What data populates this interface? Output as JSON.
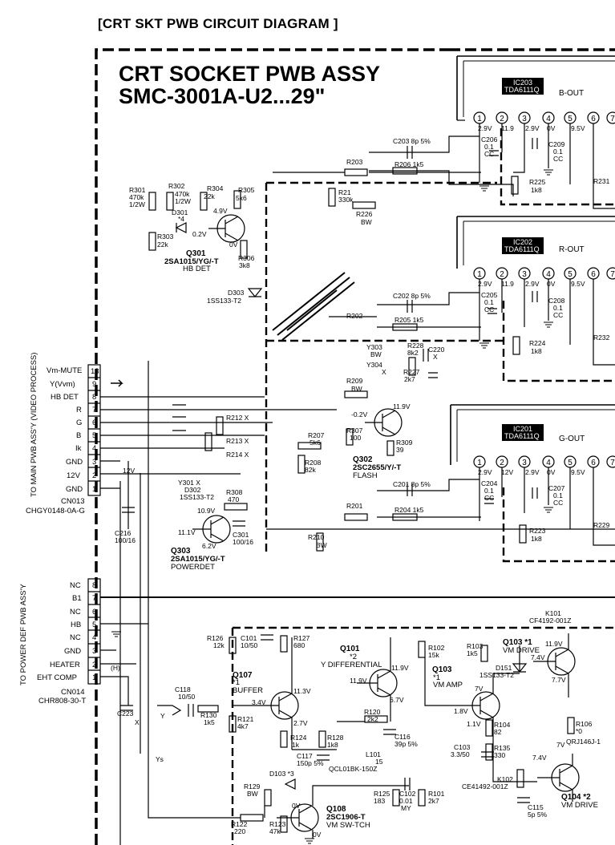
{
  "page_title": "CRT SKT PWB CIRCUIT DIAGRAM",
  "assy_title_line1": "CRT SOCKET PWB ASSY",
  "assy_title_line2": "SMC-3001A-U2...29\"",
  "ic_blocks": [
    {
      "ref": "IC203",
      "part": "TDA6111Q",
      "func": "B-OUT"
    },
    {
      "ref": "IC202",
      "part": "TDA6111Q",
      "func": "R-OUT"
    },
    {
      "ref": "IC201",
      "part": "TDA6111Q",
      "func": "G-OUT"
    }
  ],
  "pin_numbers": [
    "1",
    "2",
    "3",
    "4",
    "5",
    "6",
    "7"
  ],
  "cn013": {
    "ref": "CN013",
    "part": "CHGY0148-0A-G",
    "side_label": "TO MAIN PWB ASS'Y (VIDEO PROCESS)",
    "pins": [
      {
        "num": "13",
        "name": "Vm-MUTE"
      },
      {
        "num": "9",
        "name": "Y(Vvm)"
      },
      {
        "num": "8",
        "name": "HB DET"
      },
      {
        "num": "7",
        "name": "R"
      },
      {
        "num": "6",
        "name": "G"
      },
      {
        "num": "5",
        "name": "B"
      },
      {
        "num": "4",
        "name": "Ik"
      },
      {
        "num": "3",
        "name": "GND"
      },
      {
        "num": "2",
        "name": "12V"
      },
      {
        "num": "1",
        "name": "GND"
      }
    ]
  },
  "cn014": {
    "ref": "CN014",
    "part": "CHR808-30-T",
    "side_label": "TO POWER DEF PWB ASS'Y",
    "pins": [
      {
        "num": "8",
        "name": "NC"
      },
      {
        "num": "7",
        "name": "B1"
      },
      {
        "num": "6",
        "name": "NC"
      },
      {
        "num": "5",
        "name": "HB"
      },
      {
        "num": "4",
        "name": "NC"
      },
      {
        "num": "3",
        "name": "GND"
      },
      {
        "num": "2",
        "name": "HEATER"
      },
      {
        "num": "1",
        "name": "EHT COMP"
      }
    ]
  },
  "transistors": [
    {
      "ref": "Q301",
      "part": "2SA1015/YG/-T",
      "func": "HB DET"
    },
    {
      "ref": "Q302",
      "part": "2SC2655/Y/-T",
      "func": "FLASH"
    },
    {
      "ref": "Q303",
      "part": "2SA1015/YG/-T",
      "func": "POWERDET"
    },
    {
      "ref": "Q101",
      "part": "*2",
      "func": "Y DIFFERENTIAL"
    },
    {
      "ref": "Q103",
      "part": "*1",
      "func": "VM AMP"
    },
    {
      "ref": "Q103 *1",
      "part": "",
      "func": "VM DRIVE"
    },
    {
      "ref": "Q104 *2",
      "part": "",
      "func": "VM DRIVE"
    },
    {
      "ref": "Q107",
      "part": "*1",
      "func": "BUFFER"
    },
    {
      "ref": "Q108",
      "part": "2SC1906-T",
      "func": "VM SW-TCH"
    }
  ],
  "labels": {
    "c203": "C203 8p 5%",
    "r206": "R206 1k5",
    "r203": "R203",
    "c202": "C202 8p 5%",
    "r205": "R205 1k5",
    "r202": "R202",
    "c201": "C201 8p 5%",
    "r204": "R204 1k5",
    "r201": "R201",
    "r225": "R225",
    "r225v": "1k8",
    "r224": "R224",
    "r224v": "1k8",
    "r223": "R223",
    "r223v": "1k8",
    "c206": "C206",
    "c205": "C205",
    "c204": "C204",
    "cval": "0.1",
    "cc": "CC",
    "c209": "C209",
    "c208": "C208",
    "c207": "C207",
    "r231": "R231",
    "r232": "R232",
    "r229": "R229",
    "v29": "2.9V",
    "v119": "11.9",
    "v29b": "2.9V",
    "v0": "0V",
    "v95": "9.5V",
    "v12": "12V",
    "r301": "R301",
    "r301v": "470k",
    "r301w": "1/2W",
    "r302": "R302",
    "r302v": "470k",
    "r302w": "1/2W",
    "r304": "R304",
    "r304v": "22k",
    "r305": "R305",
    "r305v": "5k6",
    "r303": "R303",
    "r303v": "22k",
    "r306": "R306",
    "r306v": "3k8",
    "d301": "D301",
    "d301n": "*4",
    "d303": "D303",
    "d303p": "1SS133-T2",
    "v49": "4.9V",
    "v02": "0.2V",
    "v0b": "0V",
    "r21": "R21",
    "r21v": "330k",
    "r226": "R226",
    "r226v": "BW",
    "y303": "Y303",
    "y304": "Y304",
    "ybw": "BW",
    "yx": "X",
    "r228": "R228",
    "r228v": "8k2",
    "c220": "C220",
    "c220v": "X",
    "r227": "R227",
    "r227v": "2k7",
    "r209": "R209",
    "r209v": "BW",
    "r212": "R212 X",
    "r213": "R213 X",
    "r214": "R214 X",
    "r207": "R207",
    "r207v": "5k6",
    "r208": "R208",
    "r208v": "82k",
    "v02n": "-0.2V",
    "v119b": "11.9V",
    "r307": "R307",
    "r307v": "100",
    "r309": "R309",
    "r309v": "39",
    "v12b": "12V",
    "y301": "Y301 X",
    "d302": "D302",
    "d302p": "1SS133-T2",
    "r308": "R308",
    "r308v": "470",
    "v109": "10.9V",
    "v111": "11.1V",
    "v62": "6.2V",
    "c301": "C301",
    "c301v": "100/16",
    "c216": "C216",
    "c216v": "100/16",
    "r210": "R210",
    "r210v": "BW",
    "k101": "K101",
    "k101p": "CF4192-001Z",
    "r126": "R126",
    "r126v": "12k",
    "c101": "C101",
    "c101v": "10/50",
    "r127": "R127",
    "r127v": "680",
    "r102": "R102",
    "r102v": "15k",
    "r103": "R103",
    "r103v": "1k5",
    "d151": "D151",
    "d151p": "1SS133-T2",
    "v119c": "11.9V",
    "v74": "7.4V",
    "v77": "7.7V",
    "v7": "7V",
    "v18": "1.8V",
    "v11": "1.1V",
    "r104": "R104",
    "r104v": "82",
    "r135": "R135",
    "r135v": "330",
    "c103": "C103",
    "c103v": "3.3/50",
    "r106": "R106",
    "r106v": "*0",
    "qrj": "QRJ146J-1",
    "v119d": "11.9V",
    "v113": "11.3V",
    "v34": "3.4V",
    "v27": "2.7V",
    "v67": "6.7V",
    "r120": "R120",
    "r120v": "2k2",
    "r121": "R121",
    "r121v": "4k7",
    "r124": "R124",
    "r124v": "1k",
    "r128": "R128",
    "r128v": "1k8",
    "c116": "C116",
    "c116v": "39p 5%",
    "c117": "C117",
    "c117v": "150p 5%",
    "l101": "L101",
    "l101v": "15",
    "qcl": "QCL01BK-150Z",
    "c118": "C118",
    "c118v": "10/50",
    "r130": "R130",
    "r130v": "1k5",
    "c223": "C223",
    "c223v": "X",
    "yy": "Y",
    "ys": "Ys",
    "d103": "D103 *3",
    "r129": "R129",
    "r129v": "BW",
    "r125": "R125",
    "r125v": "183",
    "c102": "C102",
    "c102v": "0.01",
    "c102m": "MY",
    "r101": "R101",
    "r101v": "2k7",
    "r122": "R122",
    "r122v": "220",
    "r123": "R123",
    "r123v": "47k",
    "k102": "K102",
    "k102p": "CE41492-001Z",
    "c115": "C115",
    "c115v": "5p 5%",
    "h": "(H)",
    "v0c": "0V",
    "v0d": "0V",
    "v74b": "7.4V",
    "v7b": "7V"
  }
}
